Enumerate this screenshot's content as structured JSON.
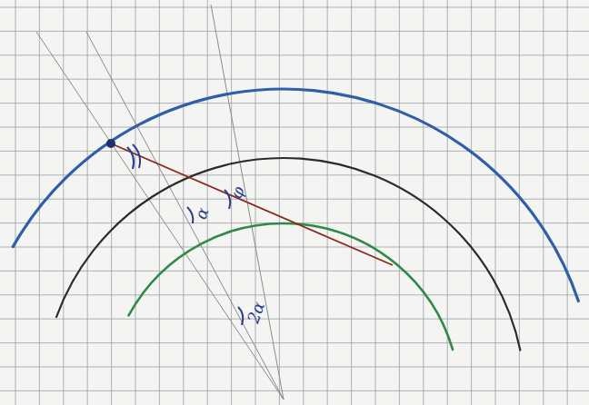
{
  "diagram": {
    "labels": [
      "φ",
      "α",
      "2α"
    ]
  }
}
